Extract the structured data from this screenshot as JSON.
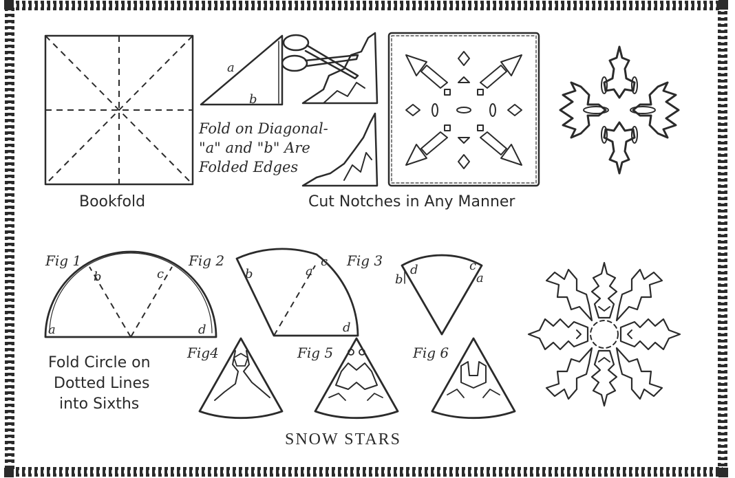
{
  "labels": {
    "bookfold": "Bookfold",
    "fold_line1": "Fold on Diagonal-",
    "fold_line2": "\"a\" and \"b\" Are",
    "fold_line3": "Folded Edges",
    "cut_notches": "Cut Notches in Any Manner",
    "fold_circle_line1": "Fold Circle on",
    "fold_circle_line2": "Dotted Lines",
    "fold_circle_line3": "into Sixths",
    "title": "SNOW STARS"
  },
  "figures": {
    "fig1": "Fig 1",
    "fig2": "Fig 2",
    "fig3": "Fig 3",
    "fig4": "Fig4",
    "fig5": "Fig 5",
    "fig6": "Fig 6"
  },
  "letters": {
    "a": "a",
    "b": "b",
    "c": "c",
    "d": "d"
  }
}
